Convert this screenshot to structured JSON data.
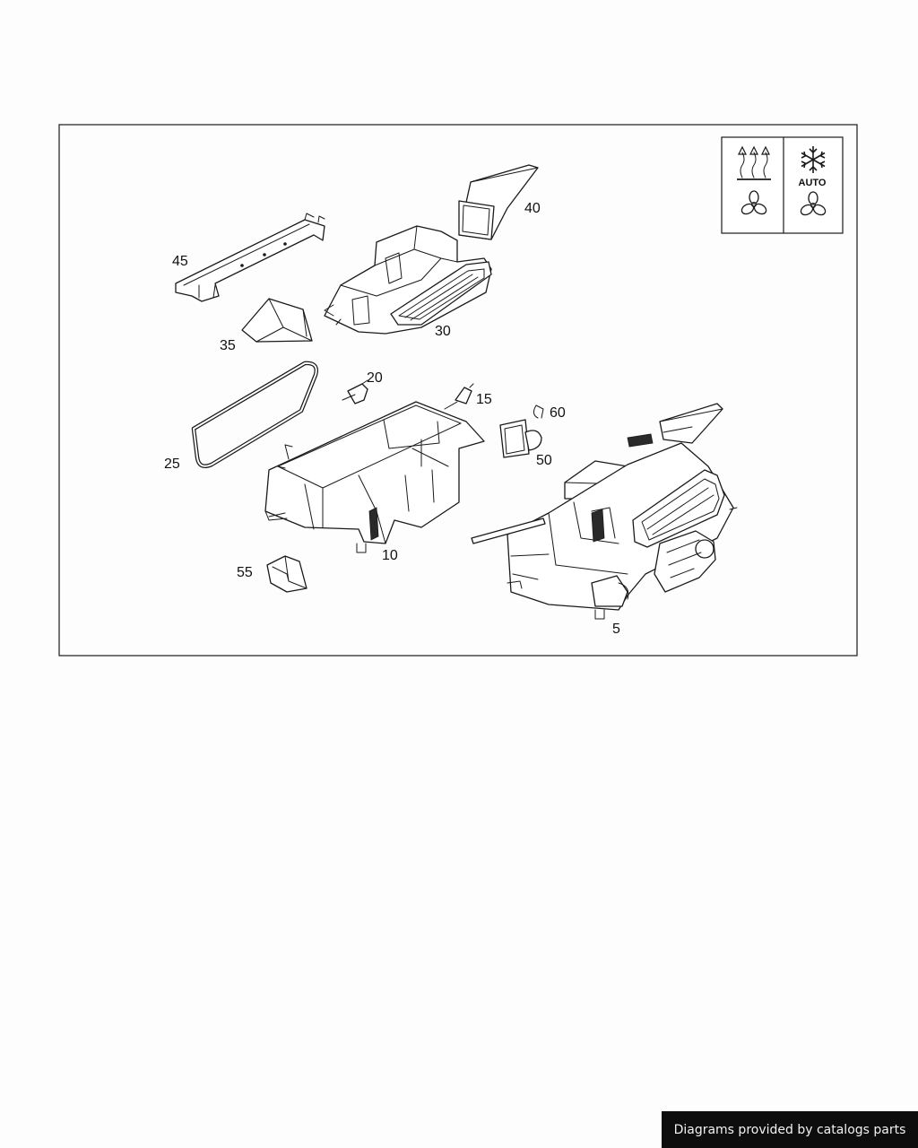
{
  "callouts": {
    "c40": "40",
    "c45": "45",
    "c30": "30",
    "c35": "35",
    "c20": "20",
    "c15": "15",
    "c60": "60",
    "c25": "25",
    "c50": "50",
    "c10": "10",
    "c55": "55",
    "c5": "5"
  },
  "badge": {
    "auto_label": "AUTO",
    "left_icons": [
      "heat-waves-icon",
      "fan-icon"
    ],
    "right_icons": [
      "snowflake-icon",
      "fan-icon"
    ]
  },
  "credit": "Diagrams provided by catalogs parts"
}
